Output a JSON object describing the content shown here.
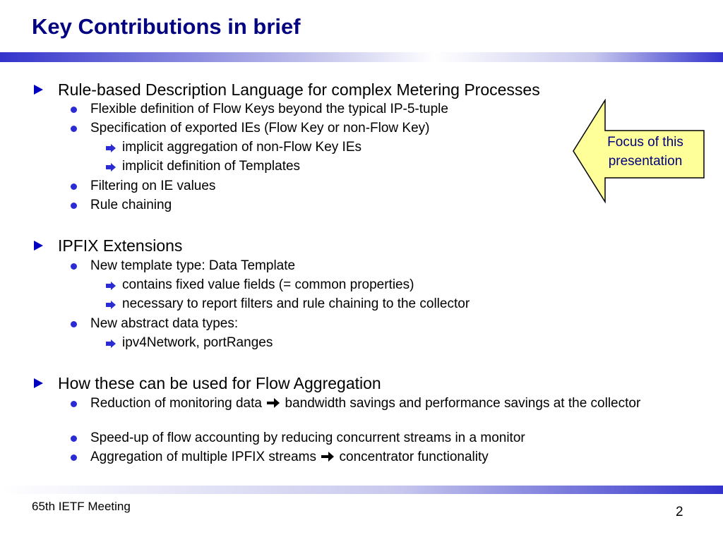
{
  "slide": {
    "title": "Key Contributions in brief",
    "sections": [
      {
        "heading": "Rule-based Description Language for complex Metering Processes",
        "points": [
          "Flexible definition of Flow Keys beyond the typical IP-5-tuple",
          "Specification of exported IEs (Flow Key or non-Flow Key)",
          "implicit aggregation of non-Flow Key IEs",
          "implicit definition of Templates",
          "Filtering on IE values",
          "Rule chaining"
        ]
      },
      {
        "heading": "IPFIX Extensions",
        "points": [
          "New template type: Data Template",
          "contains fixed value fields (= common properties)",
          "necessary to report filters and rule chaining to the collector",
          "New abstract data types:",
          "ipv4Network, portRanges"
        ]
      },
      {
        "heading": "How these can be used for Flow Aggregation",
        "points": [
          {
            "before": "Reduction of monitoring data",
            "after": "bandwidth savings and performance savings at the collector"
          },
          "Speed-up of flow accounting by reducing concurrent streams in a monitor",
          {
            "before": "Aggregation of multiple IPFIX streams",
            "after": "concentrator functionality"
          }
        ]
      }
    ],
    "callout": {
      "line1": "Focus of this",
      "line2": "presentation"
    },
    "footer": {
      "left": "65th IETF Meeting",
      "page_number": "2"
    },
    "colors": {
      "title": "#000080",
      "bullet": "#0000c0",
      "callout_fill": "#ffff99",
      "bar_end": "#3333cc"
    }
  }
}
